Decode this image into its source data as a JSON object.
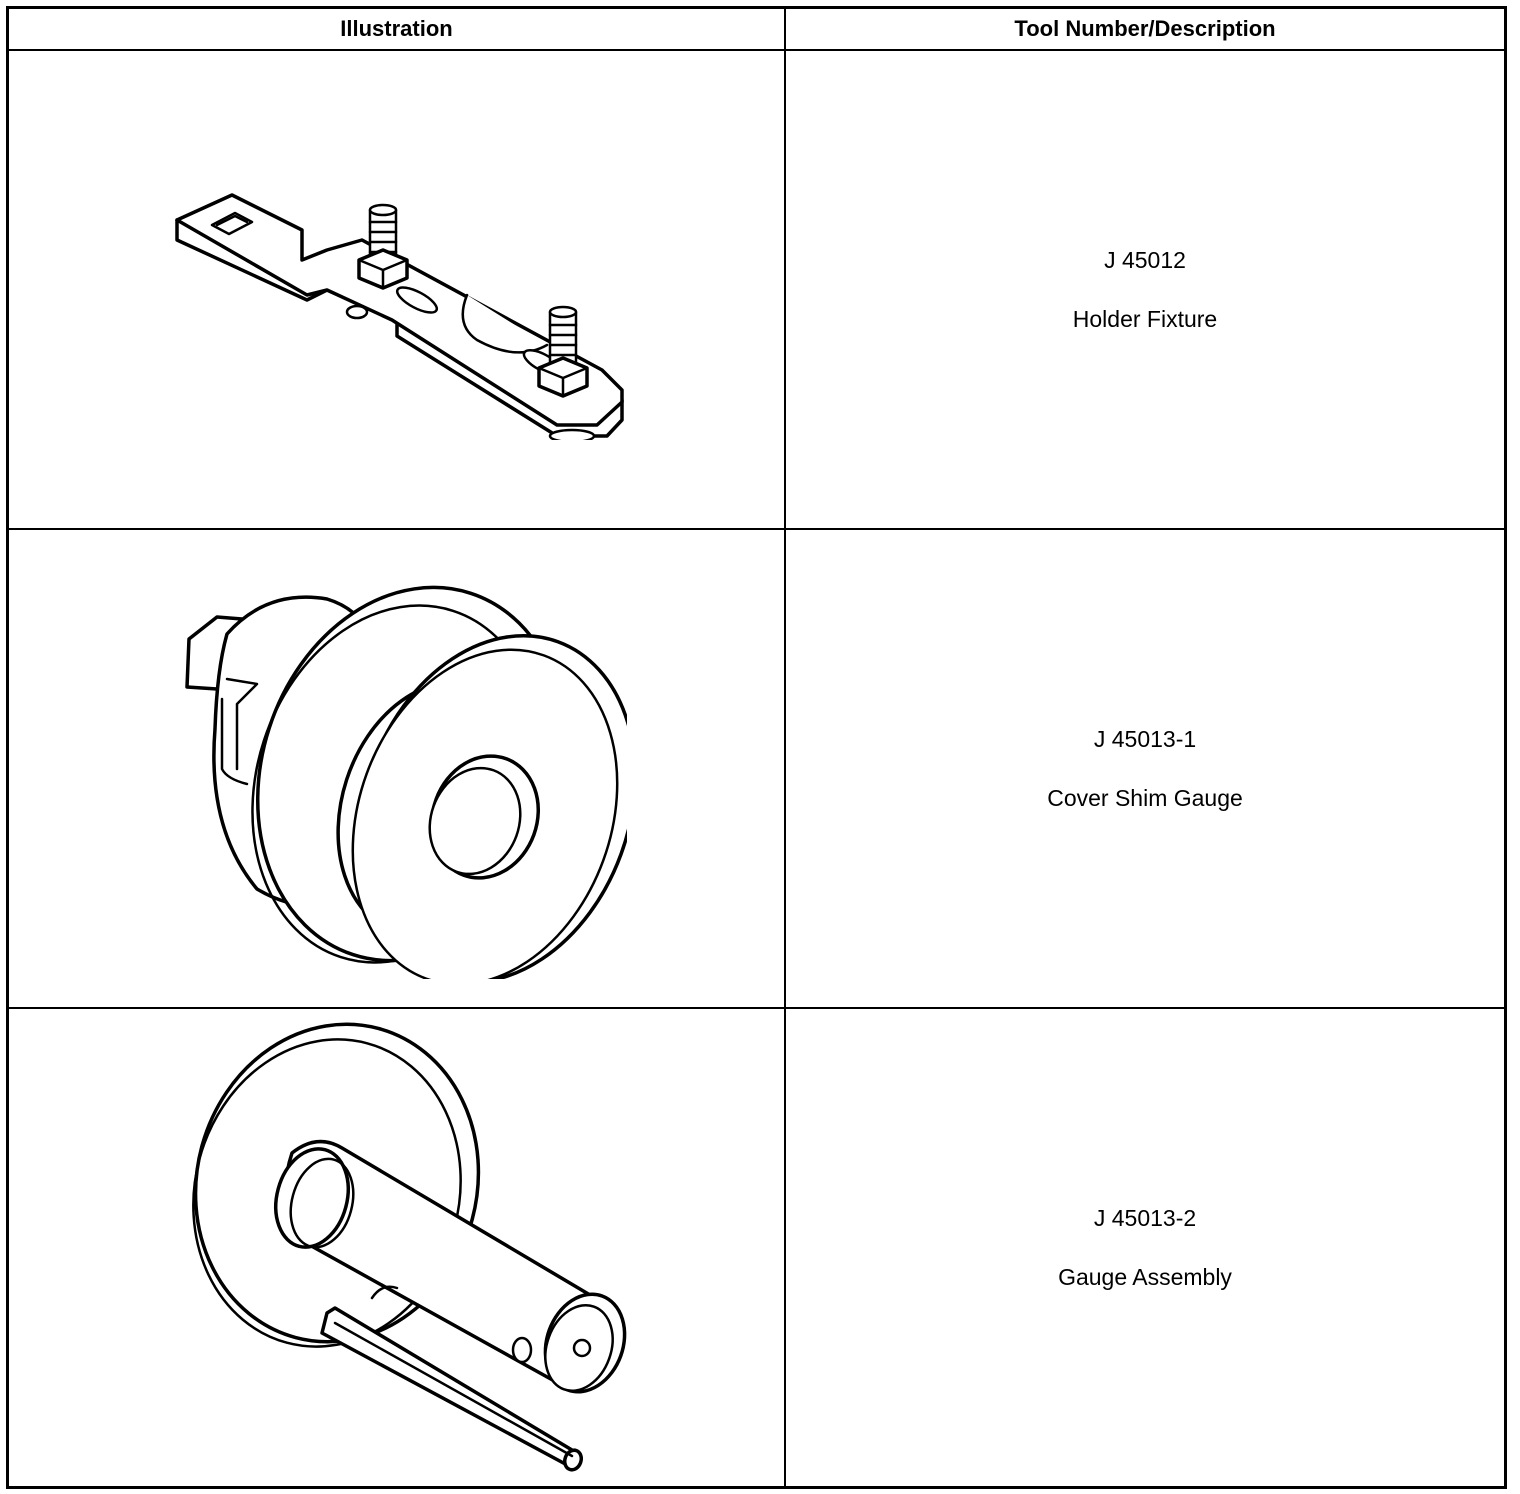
{
  "table": {
    "headers": {
      "illustration": "Illustration",
      "tool": "Tool Number/Description"
    },
    "rows": [
      {
        "number": "J 45012",
        "description": "Holder Fixture",
        "illustration_icon": "holder-fixture-drawing"
      },
      {
        "number": "J 45013-1",
        "description": "Cover Shim Gauge",
        "illustration_icon": "cover-shim-gauge-drawing"
      },
      {
        "number": "J 45013-2",
        "description": "Gauge Assembly",
        "illustration_icon": "gauge-assembly-drawing"
      }
    ]
  }
}
